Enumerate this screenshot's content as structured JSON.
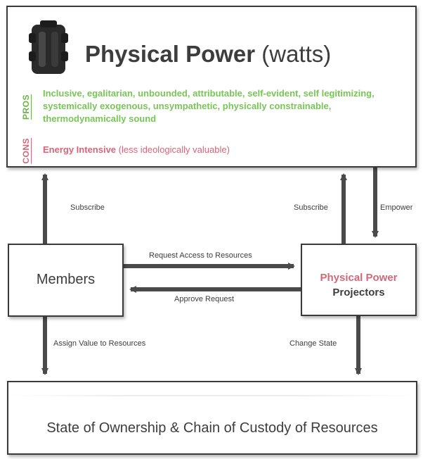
{
  "top_box": {
    "title_main": "Physical Power",
    "title_unit": "(watts)",
    "pros_label": "PROS",
    "pros_text": "Inclusive, egalitarian, unbounded, attributable, self-evident, self legitimizing, systemically exogenous, unsympathetic, physically constrainable, thermodynamically sound",
    "cons_label": "CONS",
    "cons_strong": "Energy Intensive",
    "cons_rest": "(less ideologically valuable)",
    "icon": "battery-cell-icon"
  },
  "members_box": {
    "label": "Members"
  },
  "projectors_box": {
    "faint_text": "",
    "line1": "Physical Power",
    "line2": "Projectors"
  },
  "state_box": {
    "label": "State of Ownership & Chain of Custody of Resources"
  },
  "edges": {
    "subscribe_left": "Subscribe",
    "subscribe_right": "Subscribe",
    "empower": "Empower",
    "request": "Request Access to Resources",
    "approve": "Approve Request",
    "assign": "Assign Value to Resources",
    "change": "Change State"
  },
  "colors": {
    "pros": "#6cb34a",
    "cons": "#d2677a",
    "text": "#3d3d3d",
    "arrow": "#4a4a4a"
  }
}
